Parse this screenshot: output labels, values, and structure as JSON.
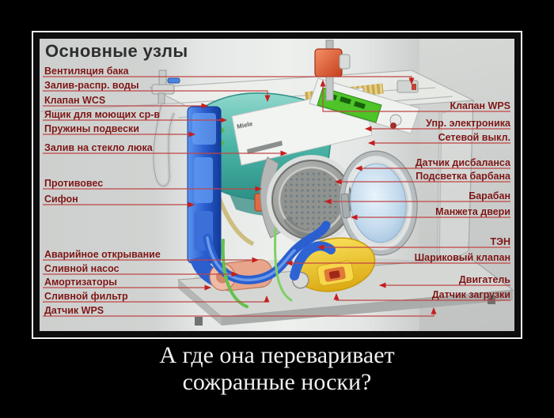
{
  "caption": {
    "line1": "А где она переваривает",
    "line2": "сожранные носки?"
  },
  "diagram": {
    "title": "Основные узлы",
    "brand": "Miele",
    "left_labels": [
      {
        "text": "Вентиляция бака"
      },
      {
        "text": "Залив-распр. воды"
      },
      {
        "text": "Клапан WCS"
      },
      {
        "text": "Ящик для моющих ср-в"
      },
      {
        "text": "Пружины подвески"
      },
      {
        "text": "Залив на стекло люка"
      },
      {
        "text": "Противовес"
      },
      {
        "text": "Сифон"
      },
      {
        "text": "Аварийное открывание"
      },
      {
        "text": "Сливной насос"
      },
      {
        "text": "Амортизаторы"
      },
      {
        "text": "Сливной фильтр"
      },
      {
        "text": "Датчик WPS"
      }
    ],
    "right_labels": [
      {
        "text": "Клапан WPS"
      },
      {
        "text": "Упр. электроника"
      },
      {
        "text": "Сетевой выкл."
      },
      {
        "text": "Датчик дисбаланса"
      },
      {
        "text": "Подсветка барбана"
      },
      {
        "text": "Барабан"
      },
      {
        "text": "Манжета двери"
      },
      {
        "text": "ТЭН"
      },
      {
        "text": "Шариковый клапан"
      },
      {
        "text": "Двигатель"
      },
      {
        "text": "Датчик загрузки"
      }
    ],
    "colors": {
      "background": "#000000",
      "frame_border": "#f2f2f2",
      "diagram_bg_left": "#cdd0ce",
      "diagram_bg_center": "#eef0ee",
      "diagram_bg_right": "#c2c5c3",
      "title_text": "#2e2e2e",
      "label_text": "#7c1515",
      "leader_line": "#c04545",
      "arrow_red": "#c41e1e",
      "caption_text": "#f0f0f0",
      "machine_blue": "#2b5fd0",
      "tub_teal": "#3fae9f",
      "motor_yellow": "#f2c91e",
      "valve_orange": "#e05530",
      "pcb_green": "#4ec428",
      "pump_salmon": "#e8a58c",
      "hose_tan": "#d6c38e"
    }
  }
}
